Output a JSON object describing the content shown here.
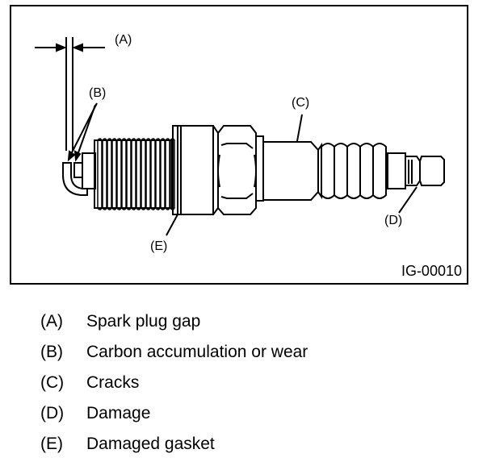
{
  "figure": {
    "id": "IG-00010",
    "subject": "spark plug",
    "callouts": {
      "A": "(A)",
      "B": "(B)",
      "C": "(C)",
      "D": "(D)",
      "E": "(E)"
    }
  },
  "legend": [
    {
      "key": "(A)",
      "text": "Spark plug gap"
    },
    {
      "key": "(B)",
      "text": "Carbon accumulation or wear"
    },
    {
      "key": "(C)",
      "text": "Cracks"
    },
    {
      "key": "(D)",
      "text": "Damage"
    },
    {
      "key": "(E)",
      "text": "Damaged gasket"
    }
  ]
}
